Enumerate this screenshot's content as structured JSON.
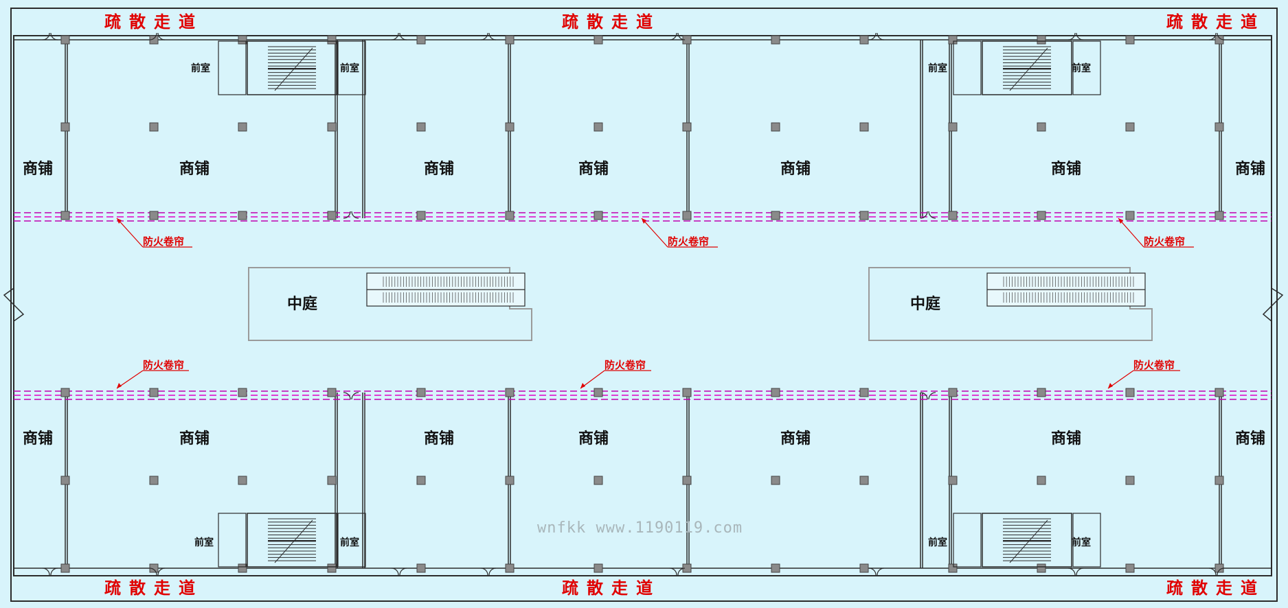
{
  "labels": {
    "shop": "商铺",
    "atrium": "中庭",
    "vestibule": "前室",
    "evacuation_corridor": "疏散走道",
    "fire_shutter": "防火卷帘",
    "watermark": "wnfkk www.1190119.com"
  },
  "colors": {
    "background": "#d8f4fb",
    "wall": "#2b2b2b",
    "column": "#8a8a8a",
    "shutter_line": "#e000c8",
    "annotation": "#e00000",
    "atrium_outline": "#9a9a9a"
  },
  "shops_top": [
    "商铺",
    "商铺",
    "商铺",
    "商铺",
    "商铺",
    "商铺",
    "商铺"
  ],
  "shops_bottom": [
    "商铺",
    "商铺",
    "商铺",
    "商铺",
    "商铺",
    "商铺",
    "商铺"
  ],
  "atriums": [
    "中庭",
    "中庭"
  ],
  "vestibules": [
    "前室",
    "前室",
    "前室",
    "前室",
    "前室",
    "前室",
    "前室",
    "前室"
  ],
  "evacuation_top": [
    "疏散走道",
    "疏散走道",
    "疏散走道"
  ],
  "evacuation_bottom": [
    "疏散走道",
    "疏散走道",
    "疏散走道"
  ],
  "shutter_notes_top": [
    "防火卷帘",
    "防火卷帘",
    "防火卷帘"
  ],
  "shutter_notes_bottom": [
    "防火卷帘",
    "防火卷帘",
    "防火卷帘"
  ]
}
